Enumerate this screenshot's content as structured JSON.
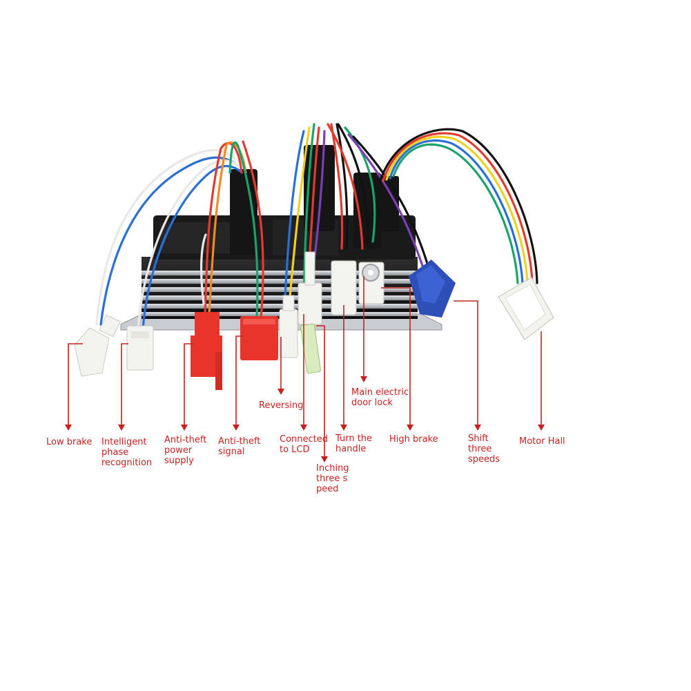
{
  "labels": {
    "low_brake": "Low brake",
    "intelligent_phase": "Intelligent\nphase\nrecognition",
    "anti_theft_power": "Anti-theft\npower\nsupply",
    "anti_theft_signal": "Anti-theft\nsignal",
    "reversing": "Reversing",
    "connected_lcd": "Connected\nto LCD",
    "inching": "Inching\nthree s\npeed",
    "turn_handle": "Turn the\nhandle",
    "main_door_lock": "Main electric\ndoor lock",
    "high_brake": "High brake",
    "shift_speeds": "Shift\nthree\nspeeds",
    "motor_hall": "Motor Hall"
  },
  "colors": {
    "annotation": "#c8201e",
    "controller_body": "#1c1c1c",
    "heatsink": "#b9bcc0",
    "connector_white": "#f2f2ee",
    "connector_red": "#e8342a",
    "connector_blue": "#2f4fb8"
  },
  "wire_colors": [
    "#e23b2e",
    "#f08a24",
    "#1aa36a",
    "#2a6fd6",
    "#7a3fb5",
    "#111111",
    "#f0d020",
    "#ffffff"
  ]
}
